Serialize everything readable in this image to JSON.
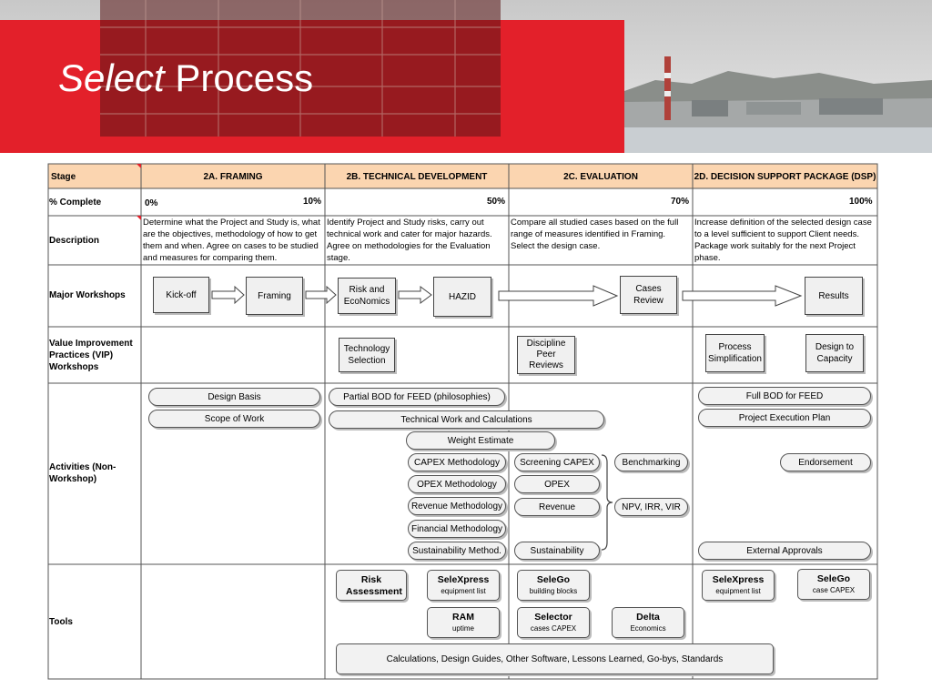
{
  "title": {
    "italic": "Select",
    "rest": " Process"
  },
  "colors": {
    "accent_red": "#e3202a",
    "header_fill": "#fbd5b0",
    "cell_border": "#555555"
  },
  "columns": {
    "stage_label": "Stage",
    "c1": "2A.  FRAMING",
    "c2": "2B.  TECHNICAL DEVELOPMENT",
    "c3": "2C.  EVALUATION",
    "c4": "2D. DECISION SUPPORT PACKAGE (DSP)"
  },
  "rows": {
    "complete": "% Complete",
    "description": "Description",
    "workshops": "Major Workshops",
    "vip": "Value Improvement Practices (VIP) Workshops",
    "activities": "Activities (Non-Workshop)",
    "tools": "Tools"
  },
  "complete": {
    "p0": "0%",
    "p10": "10%",
    "p50": "50%",
    "p70": "70%",
    "p100": "100%"
  },
  "descriptions": {
    "d1": "Determine what the Project and Study is, what are the objectives, methodology of how to get them and when. Agree on cases to be studied and measures for comparing them.",
    "d2": "Identify Project and Study risks, carry out technical work and cater for major hazards. Agree on methodologies for the Evaluation stage.",
    "d3": "Compare all studied cases based on the full range of measures identified in Framing. Select the design case.",
    "d4": "Increase definition of the selected design case to a level sufficient to support Client needs. Package work suitably for the next Project phase."
  },
  "workshops": {
    "kickoff": "Kick-off",
    "framing": "Framing",
    "risk": "Risk and EcoNomics",
    "hazid": "HAZID",
    "cases": "Cases Review",
    "results": "Results"
  },
  "vip": {
    "tech": "Technology Selection",
    "peer": "Discipline Peer Reviews",
    "proc": "Process Simplification",
    "cap": "Design to Capacity"
  },
  "activities": {
    "design_basis": "Design Basis",
    "scope": "Scope of Work",
    "partial_bod": "Partial BOD for FEED (philosophies)",
    "tech_work": "Technical Work and Calculations",
    "weight": "Weight Estimate",
    "capex": "CAPEX Methodology",
    "opex": "OPEX Methodology",
    "revenue_m": "Revenue Methodology",
    "financial_m": "Financial Methodology",
    "sustain_m": "Sustainability Method.",
    "screening": "Screening CAPEX",
    "opex2": "OPEX",
    "revenue2": "Revenue",
    "sustain2": "Sustainability",
    "bench": "Benchmarking",
    "npv": "NPV, IRR, VIR",
    "full_bod": "Full BOD for FEED",
    "pep": "Project Execution Plan",
    "endorse": "Endorsement",
    "external": "External Approvals"
  },
  "tools": {
    "risk_n": "Risk Assessment",
    "selex1_n": "SeleXpress",
    "selex1_s": "equipment list",
    "selego1_n": "SeleGo",
    "selego1_s": "building blocks",
    "selex2_n": "SeleXpress",
    "selex2_s": "equipment list",
    "selego2_n": "SeleGo",
    "selego2_s": "case CAPEX",
    "ram_n": "RAM",
    "ram_s": "uptime",
    "selector_n": "Selector",
    "selector_s": "cases CAPEX",
    "delta_n": "Delta",
    "delta_s": "Economics",
    "calc": "Calculations, Design Guides, Other Software, Lessons Learned, Go-bys, Standards"
  }
}
